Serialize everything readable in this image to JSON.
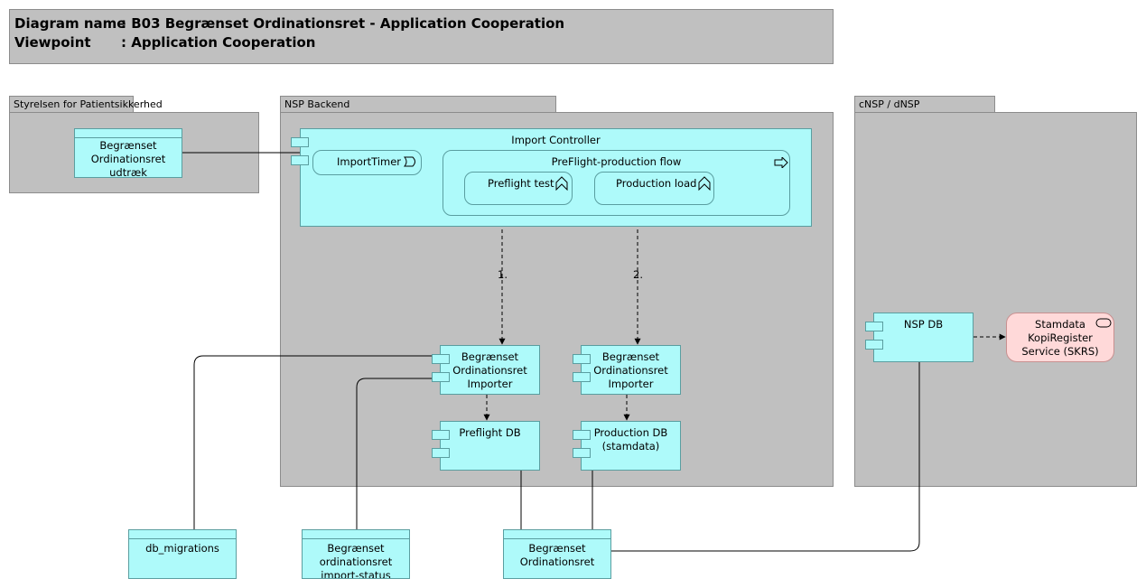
{
  "header": {
    "diagram_name_key": "Diagram name",
    "diagram_name_value": ": B03 Begrænset Ordinationsret - Application Cooperation",
    "viewpoint_key": "Viewpoint",
    "viewpoint_value": ": Application Cooperation"
  },
  "groups": {
    "styrelsen": "Styrelsen for Patientsikkerhed",
    "nsp_backend": "NSP Backend",
    "cnsp": "cNSP / dNSP"
  },
  "elements": {
    "udtraek": [
      "Begrænset",
      "Ordinationsret",
      "udtræk"
    ],
    "import_controller": "Import Controller",
    "import_timer": "ImportTimer",
    "preflight_flow": "PreFlight-production flow",
    "preflight_test": "Preflight test",
    "production_load": "Production load",
    "importer_left": [
      "Begrænset",
      "Ordinationsret",
      "Importer"
    ],
    "importer_right": [
      "Begrænset",
      "Ordinationsret",
      "Importer"
    ],
    "preflight_db": "Preflight DB",
    "production_db": [
      "Production DB",
      "(stamdata)"
    ],
    "nsp_db": "NSP DB",
    "skrs": [
      "Stamdata",
      "KopiRegister",
      "Service (SKRS)"
    ],
    "db_migrations": "db_migrations",
    "import_status": [
      "Begrænset",
      "ordinationsret",
      "import-status"
    ],
    "ordinationsret_artifact": [
      "Begrænset",
      "Ordinationsret"
    ]
  },
  "flow_labels": {
    "first": "1.",
    "second": "2."
  },
  "colors": {
    "component": "#aefafa",
    "component_border": "#5a9ea0",
    "group": "#c0c0c0",
    "service": "#ffd9d9"
  }
}
